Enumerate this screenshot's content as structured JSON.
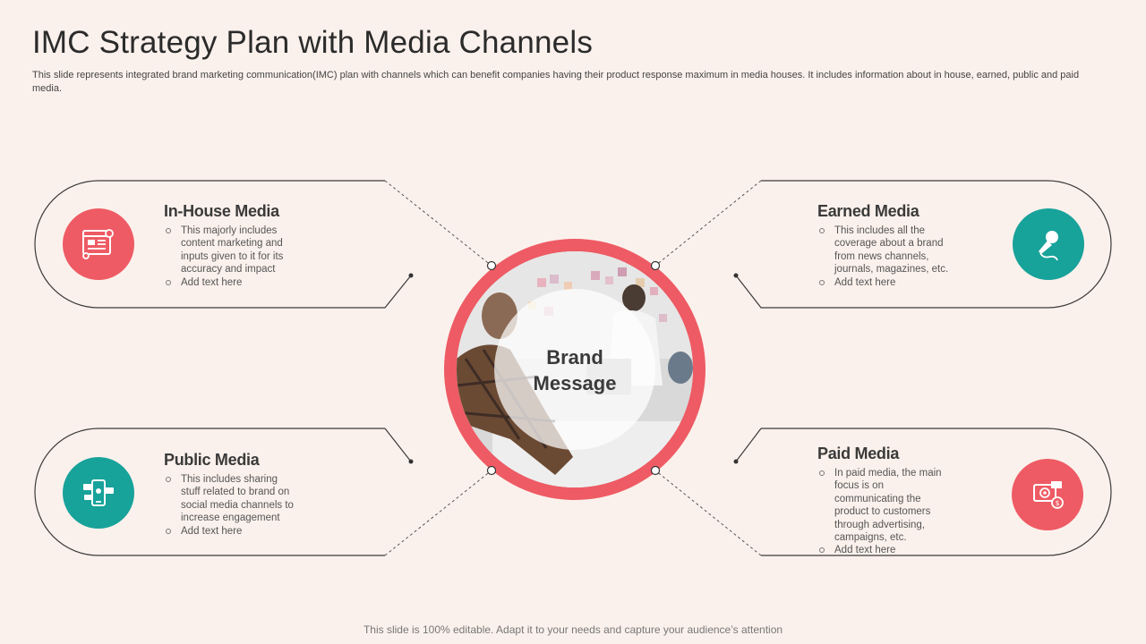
{
  "slide": {
    "title": "IMC Strategy Plan with Media Channels",
    "subtitle": "This slide represents integrated brand marketing communication(IMC) plan with channels which can benefit companies having their product response maximum in media houses. It includes information about in house, earned, public and paid media.",
    "footer": "This slide is 100% editable. Adapt it to your needs and capture your audience’s attention"
  },
  "center": {
    "line1": "Brand",
    "line2": "Message",
    "ring_color": "#ee5b64"
  },
  "colors": {
    "coral": "#ee5b64",
    "teal": "#17a29a",
    "background": "#fbf1ec"
  },
  "cards": {
    "inhouse": {
      "title": "In-House Media",
      "bullet1": "This majorly includes content marketing and inputs given to it for its accuracy and impact",
      "bullet2": "Add text here",
      "icon": "content-board-icon"
    },
    "earned": {
      "title": "Earned Media",
      "bullet1": "This includes all the coverage about a brand from news channels, journals, magazines, etc.",
      "bullet2": "Add text here",
      "icon": "microphone-icon"
    },
    "public": {
      "title": "Public Media",
      "bullet1": "This includes sharing stuff related to brand on social media channels to increase engagement",
      "bullet2": "Add text here",
      "icon": "social-phone-icon"
    },
    "paid": {
      "title": "Paid Media",
      "bullet1": "In paid media, the main focus is on communicating the product to customers through advertising, campaigns, etc.",
      "bullet2": "Add text here",
      "icon": "paid-ad-icon"
    }
  }
}
